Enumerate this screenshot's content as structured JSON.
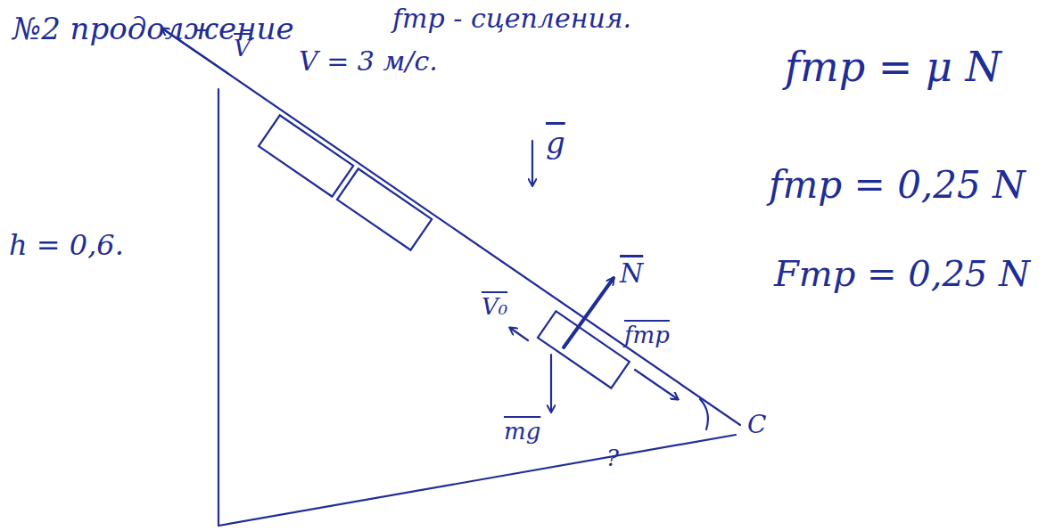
{
  "diagram": {
    "labels": [
      "№2 продолжение",
      "fтр - сцепления.",
      "V",
      "V = 3 м/с.",
      "fтр = μ N",
      "fтр = 0,25 N",
      "Fтр = 0,25 N",
      "g",
      "h = 0,6.",
      "V₀",
      "N",
      "fтр",
      "mg",
      "?",
      "C"
    ]
  }
}
